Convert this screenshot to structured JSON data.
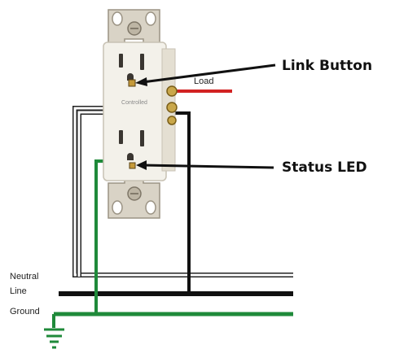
{
  "callouts": {
    "link_button": "Link Button",
    "status_led": "Status LED"
  },
  "device": {
    "face_label": "Controlled",
    "load_label": "Load"
  },
  "wires": {
    "neutral": "Neutral",
    "line": "Line",
    "ground": "Ground"
  },
  "colors": {
    "ground_wire": "#1f8a3a",
    "line_wire": "#111111",
    "neutral_wire": "#ffffff",
    "load_wire": "#d22222",
    "receptacle_body": "#f3f1ea",
    "mounting_strap": "#d9d3c6",
    "brass_terminal": "#c9a74a"
  }
}
